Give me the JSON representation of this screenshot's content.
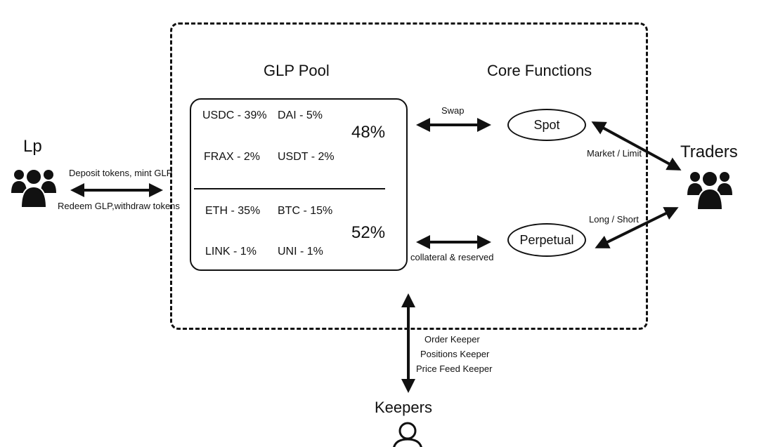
{
  "pool": {
    "title": "GLP Pool",
    "stable": {
      "tokens": [
        "USDC - 39%",
        "DAI - 5%",
        "FRAX - 2%",
        "USDT - 2%"
      ],
      "total": "48%"
    },
    "volatile": {
      "tokens": [
        "ETH - 35%",
        "BTC - 15%",
        "LINK - 1%",
        "UNI - 1%"
      ],
      "total": "52%"
    }
  },
  "core": {
    "title": "Core Functions",
    "spot": "Spot",
    "perpetual": "Perpetual"
  },
  "lp": {
    "title": "Lp",
    "deposit_label": "Deposit tokens, mint GLP",
    "redeem_label": "Redeem GLP,withdraw tokens"
  },
  "traders": {
    "title": "Traders",
    "market_label": "Market / Limit",
    "long_short_label": "Long / Short"
  },
  "links": {
    "swap_label": "Swap",
    "collateral_label": "collateral & reserved"
  },
  "keepers": {
    "title": "Keepers",
    "roles": [
      "Order Keeper",
      "Positions Keeper",
      "Price Feed Keeper"
    ]
  },
  "icons": {
    "group": "users-group-icon",
    "person": "user-icon"
  },
  "colors": {
    "ink": "#111111",
    "background": "#ffffff"
  }
}
